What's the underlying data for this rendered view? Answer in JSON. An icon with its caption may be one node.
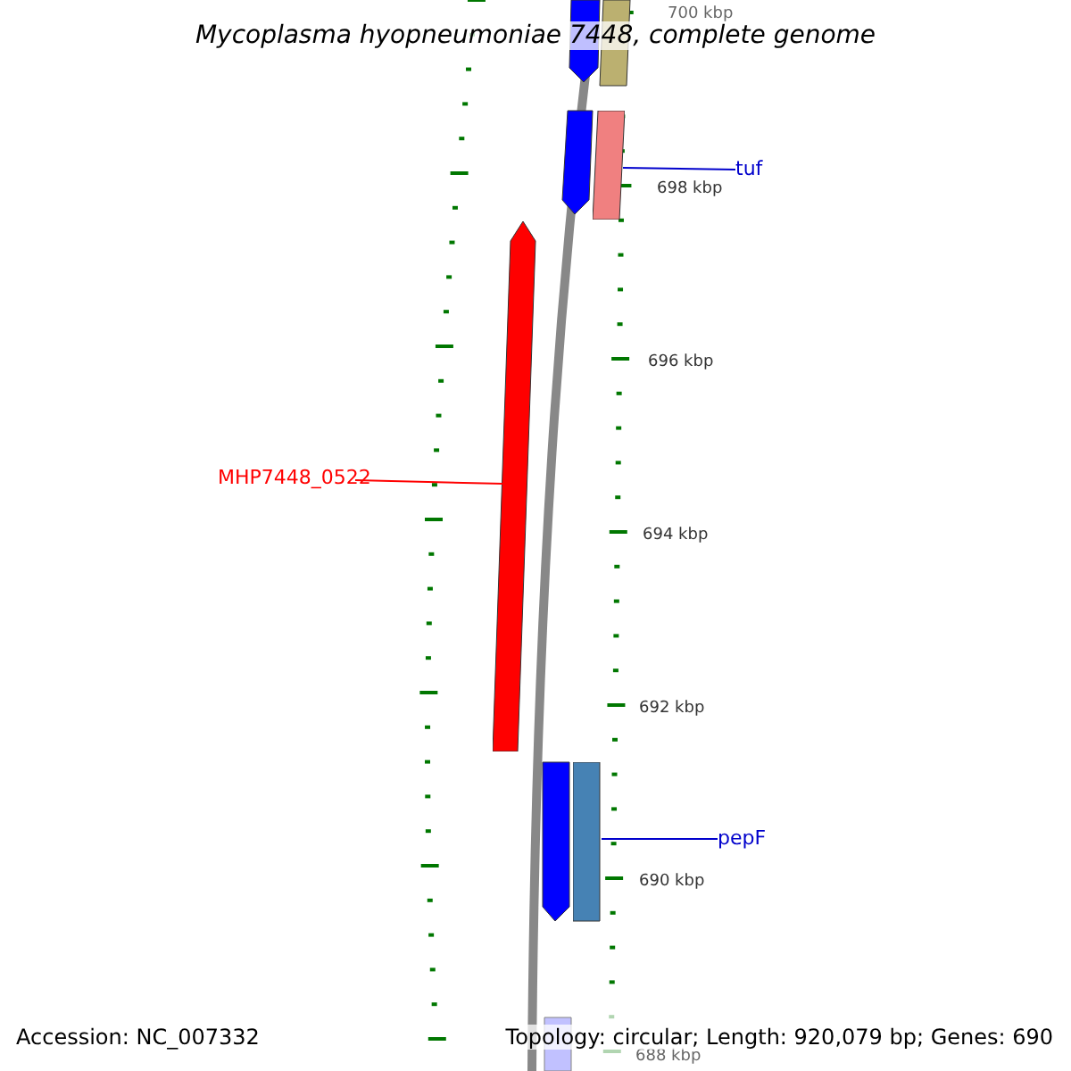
{
  "diagram": {
    "title": "Mycoplasma hyopneumoniae 7448, complete genome",
    "nodes": [
      {
        "text": [
          "tuf"
        ]
      },
      {
        "text": [],
        "shape": "bar"
      },
      {
        "text": [
          "MHP7448_0522"
        ]
      },
      {
        "text": [],
        "shape": "bar"
      },
      {
        "text": [
          "pepF"
        ]
      },
      {
        "text": [],
        "shape": "bar"
      }
    ],
    "edges": [
      {
        "from": 0,
        "to": 1,
        "arrow": "none"
      },
      {
        "from": 2,
        "to": 3,
        "arrow": "none",
        "color": "#ff0000"
      },
      {
        "from": 4,
        "to": 5,
        "arrow": "none"
      }
    ],
    "labels": [
      "700 kbp",
      "698 kbp",
      "696 kbp",
      "694 kbp",
      "692 kbp",
      "690 kbp",
      "688 kbp",
      "Accession: NC_007332",
      "Topology: circular; Length: 920,079 bp; Genes: 690"
    ]
  }
}
